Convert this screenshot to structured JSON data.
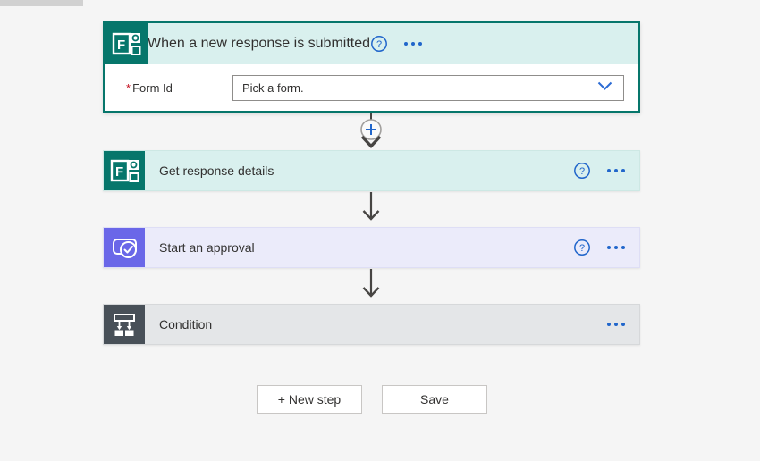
{
  "glyphs": {
    "help": "?",
    "forms_letter": "F"
  },
  "colors": {
    "forms_teal": "#06766B",
    "trigger_header_bg": "#D9F0EE",
    "approvals_purple": "#6A67E8",
    "approvals_bg": "#EBEBFA",
    "condition_dark": "#485058",
    "condition_bg": "#E4E6E8",
    "accent_blue": "#2166CB",
    "arrow_gray": "#474543",
    "required_red": "#C50F1F",
    "text": "#323130"
  },
  "trigger": {
    "title": "When a new response is submitted",
    "required_marker": "*",
    "field_label": "Form Id",
    "field_value": "Pick a form."
  },
  "actions": [
    {
      "title": "Get response details"
    },
    {
      "title": "Start an approval"
    },
    {
      "title": "Condition"
    }
  ],
  "footer": {
    "new_step_label": "+ New step",
    "save_label": "Save"
  }
}
